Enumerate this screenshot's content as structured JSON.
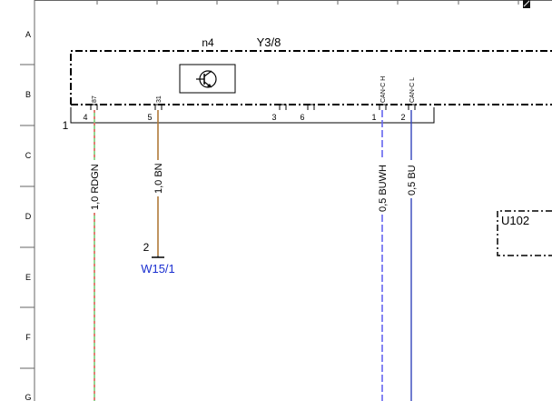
{
  "row_labels": [
    "A",
    "B",
    "C",
    "D",
    "E",
    "F",
    "G"
  ],
  "component": {
    "designator": "Y3/8",
    "sub_designator": "n4",
    "connector_number": "1",
    "symbol": "transistor-icon"
  },
  "pins": [
    {
      "number": "4",
      "function": "87",
      "wire_label": "1,0 RDGN",
      "color": "#77cc77",
      "stripe": "#ee6666"
    },
    {
      "number": "5",
      "function": "31",
      "wire_label": "1,0 BN",
      "color": "#b07a3a",
      "stripe": ""
    },
    {
      "number": "3",
      "function": "",
      "wire_label": "",
      "color": "",
      "stripe": ""
    },
    {
      "number": "6",
      "function": "",
      "wire_label": "",
      "color": "",
      "stripe": ""
    },
    {
      "number": "1",
      "function": "CAN-C H",
      "wire_label": "0,5 BUWH",
      "color": "#6666ee",
      "stripe": "#ffffff"
    },
    {
      "number": "2",
      "function": "CAN-C L",
      "wire_label": "0,5 BU",
      "color": "#3344bb",
      "stripe": ""
    }
  ],
  "ground": {
    "pin": "2",
    "designator": "W15/1",
    "color": "#1a2fd0"
  },
  "external_component": {
    "designator": "U102"
  },
  "colors": {
    "line": "#000000",
    "grid": "#666666"
  }
}
